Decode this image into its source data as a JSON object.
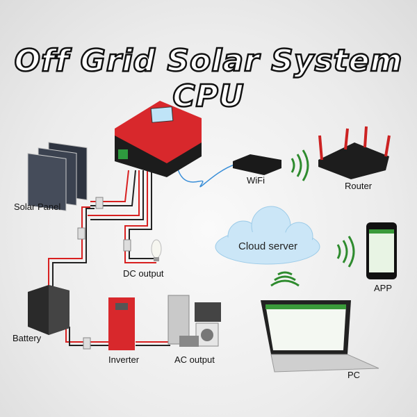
{
  "title": "Off Grid Solar System CPU",
  "labels": {
    "solar_panel": "Solar Panel",
    "wifi": "WiFi",
    "router": "Router",
    "cloud_server": "Cloud server",
    "dc_output": "DC output",
    "app": "APP",
    "battery": "Battery",
    "inverter": "Inverter",
    "ac_output": "AC output",
    "pc": "PC"
  },
  "colors": {
    "controller_red": "#d8282c",
    "wire_red": "#d82020",
    "wire_black": "#222222",
    "cloud": "#bfe0f5",
    "wifi_green": "#2e8b2e"
  }
}
